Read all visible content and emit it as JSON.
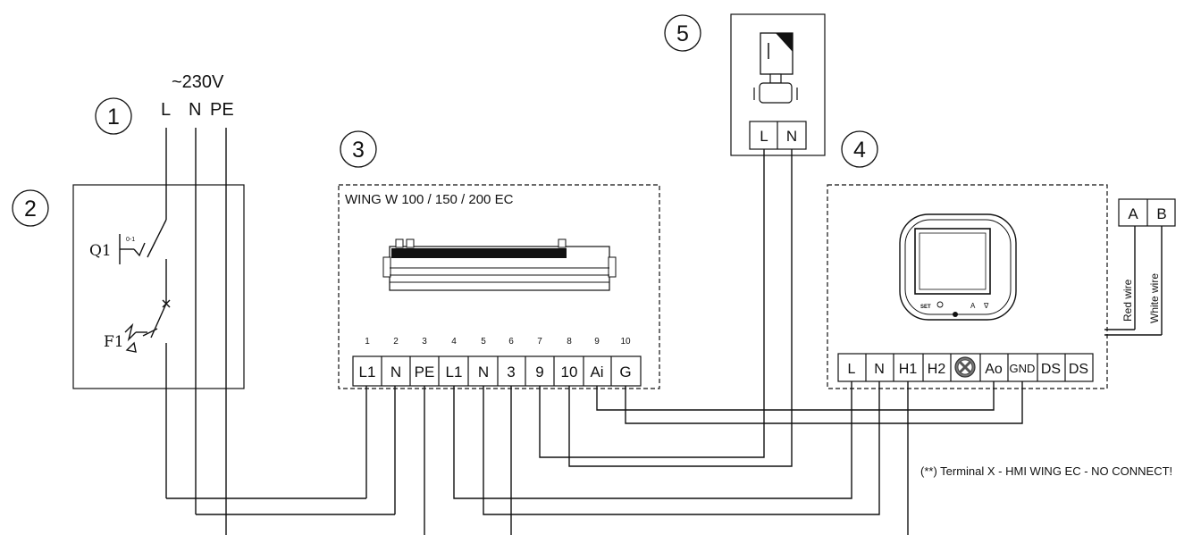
{
  "supply": {
    "voltage": "~230V",
    "labels": [
      "L",
      "N",
      "PE"
    ]
  },
  "callouts": [
    "1",
    "2",
    "3",
    "4",
    "5"
  ],
  "breaker_panel": {
    "q1": "Q1",
    "f1": "F1",
    "q1_mark": "0-1"
  },
  "unit": {
    "title": "WING W 100 / 150 / 200 EC",
    "terminal_numbers": [
      "1",
      "2",
      "3",
      "4",
      "5",
      "6",
      "7",
      "8",
      "9",
      "10"
    ],
    "terminals": [
      "L1",
      "N",
      "PE",
      "L1",
      "N",
      "3",
      "9",
      "10",
      "Ai",
      "G"
    ]
  },
  "valve": {
    "terminals": [
      "L",
      "N"
    ],
    "actuator_mark": "I"
  },
  "controller": {
    "terminals": [
      "L",
      "N",
      "H1",
      "H2",
      "",
      "Ao",
      "GND",
      "DS",
      "DS"
    ],
    "button_labels": {
      "set": "SET",
      "up": "A",
      "down": "∇"
    },
    "wire_labels": [
      "Red wire",
      "White wire"
    ],
    "bus": [
      "A",
      "B"
    ]
  },
  "note": "(**) Terminal X - HMI WING EC - NO CONNECT!"
}
